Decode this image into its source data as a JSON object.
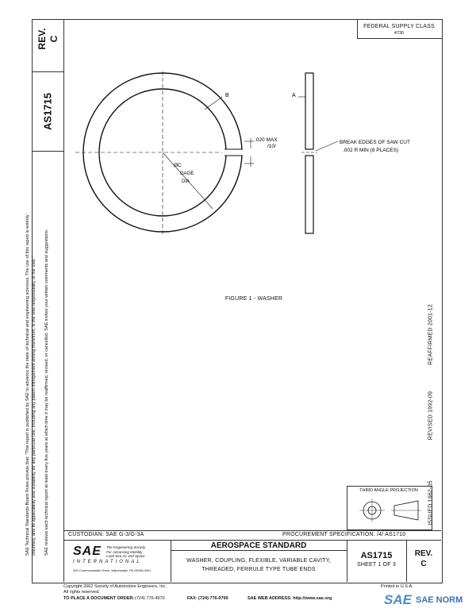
{
  "header": {
    "rev_label": "REV.",
    "rev_value": "C",
    "doc_number": "AS1715",
    "supply_class_label": "FEDERAL SUPPLY CLASS",
    "supply_class_value": "4730"
  },
  "side_notice": {
    "line1": "SAE Technical Standards Board Rules provide that: \"This report is published by SAE to advance the state of technical and engineering sciences. The use of this report is entirely",
    "line2": "voluntary, and its applicability and suitability for any particular use, including any patent infringement arising therefrom, is the sole responsibility of the user.\"",
    "line3": "SAE reviews each technical report at least every five years at which time it may be reaffirmed, revised, or cancelled. SAE invites your written comments and suggestions."
  },
  "drawing": {
    "label_b": "B",
    "label_a": "A",
    "gap_dim": ".020 MAX",
    "gap_dim2": "/10/",
    "label_c": "ØC",
    "label_gage": "GAGE",
    "label_dia": "DIA",
    "break_note1": "BREAK EDGES OF SAW CUT",
    "break_note2": ".002 R MIN (8 PLACES)",
    "figure_caption": "FIGURE 1 - WASHER"
  },
  "revision_history": {
    "issued": "ISSUED 1962-05",
    "revised": "REVISED 1992-09",
    "reaffirmed": "REAFFIRMED 2001-12"
  },
  "projection": {
    "label": "THIRD ANGLE PROJECTION"
  },
  "title_block": {
    "custodian": "CUSTODIAN:  SAE G-3/G-3A",
    "procurement": "PROCUREMENT SPECIFICATION:  /4/ AS1710",
    "sae_logo": "SAE",
    "sae_tagline1": "The Engineering Society",
    "sae_tagline2": "For Advancing Mobility",
    "sae_tagline3": "Land Sea Air and Space",
    "sae_international": "INTERNATIONAL",
    "sae_address": "400 Commonwealth Drive, Warrendale, PA 15096-0001",
    "standard_type": "AEROSPACE STANDARD",
    "title1": "WASHER, COUPLING, FLEXIBLE, VARIABLE CAVITY,",
    "title2": "THREADED, FERRULE TYPE TUBE ENDS",
    "doc_number": "AS1715",
    "sheet": "SHEET 1 OF 3",
    "rev_label": "REV.",
    "rev_value": "C"
  },
  "footer": {
    "copyright": "Copyright 2002 Society of Automotive Engineers, Inc.",
    "rights": "All rights reserved.",
    "printed": "Printed in U.S.A.",
    "order_label": "TO PLACE A DOCUMENT ORDER:",
    "order_phone": "(724) 776-4970",
    "fax": "FAX: (724) 776-0790",
    "web": "SAE WEB ADDRESS:  http://www.sae.org"
  },
  "watermark": {
    "logo": "SAE",
    "text": "SAE NORM"
  }
}
